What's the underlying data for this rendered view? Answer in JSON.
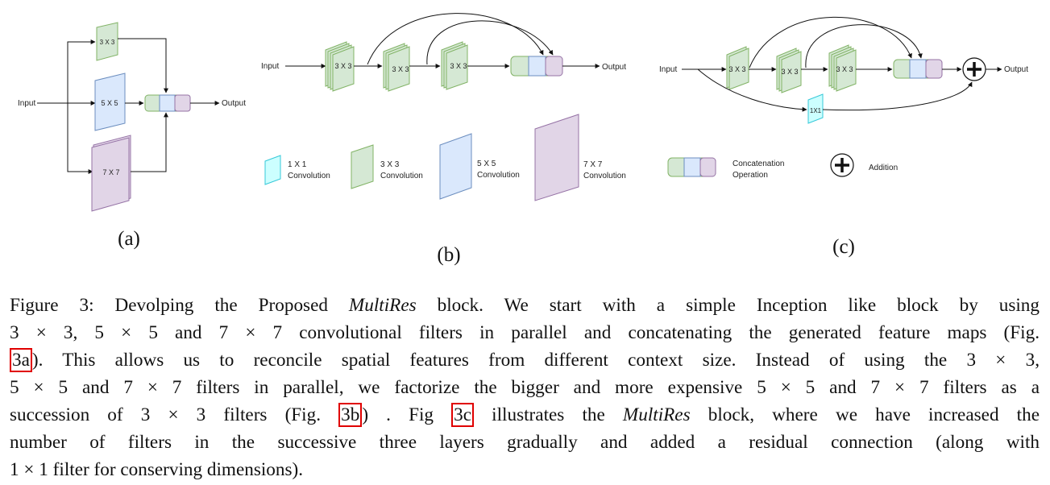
{
  "colors": {
    "green_fill": "#d5e8d4",
    "green_stroke": "#82b366",
    "blue_fill": "#dae8fc",
    "blue_stroke": "#6c8ebf",
    "purple_fill": "#e1d5e7",
    "purple_stroke": "#9673a6",
    "cyan_fill": "#ccffff",
    "cyan_stroke": "#36c8d8",
    "ref_box": "#e00000"
  },
  "diagram_a": {
    "input_label": "Input",
    "output_label": "Output",
    "filter_3x3": "3 X 3",
    "filter_5x5": "5 X 5",
    "filter_7x7": "7 X 7",
    "sublabel": "(a)"
  },
  "diagram_b": {
    "input_label": "Input",
    "output_label": "Output",
    "filters": [
      "3 X 3",
      "3 X 3",
      "3 X 3"
    ],
    "sublabel": "(b)"
  },
  "diagram_c": {
    "input_label": "Input",
    "output_label": "Output",
    "filters": [
      "3 X 3",
      "3 X 3",
      "3 X 3"
    ],
    "shortcut_filter": "1X1",
    "sublabel": "(c)"
  },
  "legend": {
    "conv1_line1": "1 X 1",
    "conv1_line2": "Convolution",
    "conv3_line1": "3 X 3",
    "conv3_line2": "Convolution",
    "conv5_line1": "5 X 5",
    "conv5_line2": "Convolution",
    "conv7_line1": "7 X 7",
    "conv7_line2": "Convolution",
    "concat_line1": "Concatenation",
    "concat_line2": "Operation",
    "addition": "Addition"
  },
  "caption": {
    "l1a": "Figure 3: Devolping the Proposed ",
    "l1b": "MultiRes",
    "l1c": " block. We start with a simple Inception like block by using",
    "l2": "3 × 3, 5 × 5 and 7 × 7 convolutional filters in parallel and concatenating the generated feature maps (Fig.",
    "l3a": "3a",
    "l3b": "). This allows us to reconcile spatial features from different context size. Instead of using the 3 × 3,",
    "l4": "5 × 5 and 7 × 7 filters in parallel, we factorize the bigger and more expensive 5 × 5 and 7 × 7 filters as a",
    "l5a": "succession of 3 × 3 filters (Fig. ",
    "l5b": "3b",
    "l5c": ") . Fig ",
    "l5d": "3c",
    "l5e": " illustrates the ",
    "l5f": "MultiRes",
    "l5g": " block, where we have increased the",
    "l6": "number of filters in the successive three layers gradually and added a residual connection (along with",
    "l7": "1 × 1 filter for conserving dimensions)."
  }
}
